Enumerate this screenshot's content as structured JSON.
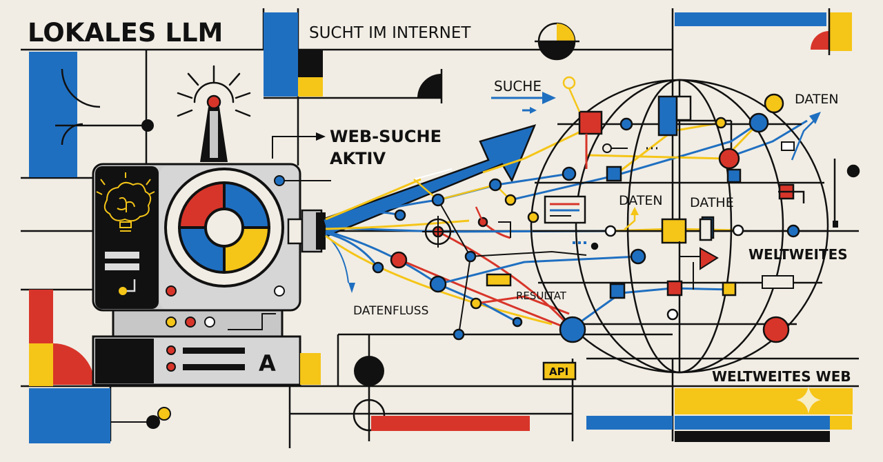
{
  "title": "LOKALES LLM",
  "subtitle": "SUCHT IM INTERNET",
  "labels": {
    "web_suche": "WEB-SUCHE",
    "aktiv": "AKTIV",
    "suche": "SUCHE",
    "daten_top": "DATEN",
    "daten_mid": "DATEN",
    "dathe": "DATHE",
    "weltweites": "WELTWEITES",
    "resultat": "RESULTAT",
    "datenfluss": "DATENFLUSS",
    "api": "API",
    "weltweites_web": "WELTWEITES WEB",
    "server_glyph": "A"
  },
  "icons": {
    "brain": "brain-icon",
    "antenna_signal": "signal-icon",
    "donut": "donut-chart-icon",
    "globe": "globe-icon",
    "arrow": "arrow-icon",
    "play": "play-icon",
    "sparkle": "sparkle-icon"
  },
  "colors": {
    "red": "#d8352a",
    "blue": "#1f6fc1",
    "yellow": "#f5c518",
    "black": "#111111",
    "paper": "#f1ede4",
    "grey": "#c7c7c7"
  }
}
